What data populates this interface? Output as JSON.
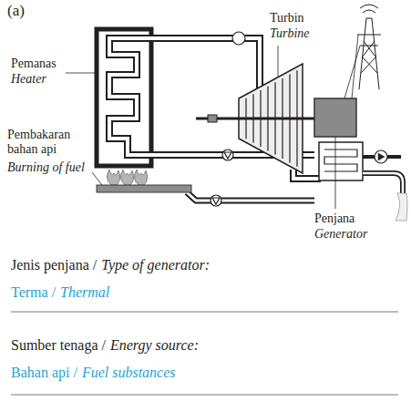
{
  "diagram": {
    "labels": [
      "(a)",
      "Turbin",
      "Turbine",
      "Pemanas",
      "Heater",
      "Pembakaran bahan api",
      "Burning of fuel",
      "Penjana",
      "Generator",
      "Jenis penjana /",
      "Type of generator:",
      "Terma /",
      "Thermal",
      "Sumber tenaga /",
      "Energy source:",
      "Bahan api /",
      "Fuel substances"
    ]
  }
}
